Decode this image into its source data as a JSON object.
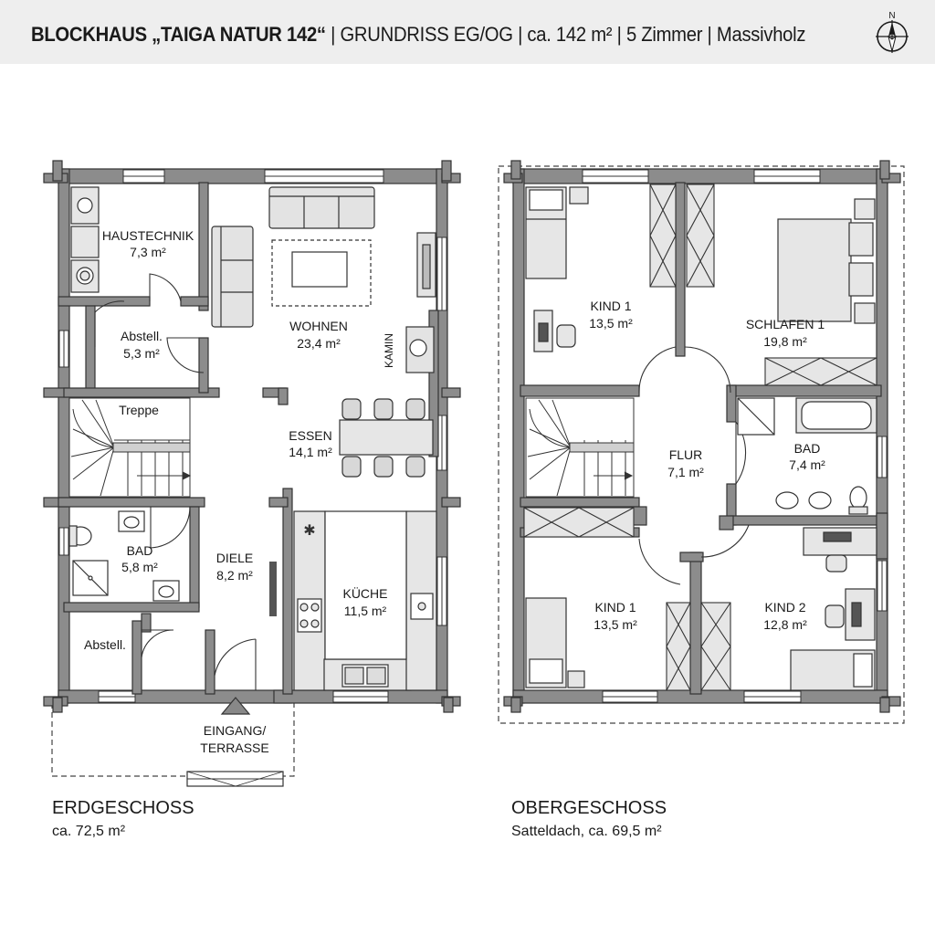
{
  "header": {
    "title_bold": "BLOCKHAUS „TAIGA NATUR 142“",
    "title_rest": " | GRUNDRISS EG/OG | ca. 142 m² | 5 Zimmer | Massivholz",
    "north_label": "N"
  },
  "eg": {
    "name": "ERDGESCHOSS",
    "area": "ca. 72,5 m²",
    "rooms": {
      "haustechnik": {
        "name": "HAUSTECHNIK",
        "area": "7,3 m²"
      },
      "abstell1": {
        "name": "Abstell.",
        "area": "5,3 m²"
      },
      "treppe": {
        "name": "Treppe"
      },
      "wohnen": {
        "name": "WOHNEN",
        "area": "23,4 m²"
      },
      "kamin": {
        "name": "KAMIN"
      },
      "essen": {
        "name": "ESSEN",
        "area": "14,1 m²"
      },
      "bad": {
        "name": "BAD",
        "area": "5,8 m²"
      },
      "diele": {
        "name": "DIELE",
        "area": "8,2 m²"
      },
      "kueche": {
        "name": "KÜCHE",
        "area": "11,5 m²"
      },
      "abstell2": {
        "name": "Abstell."
      },
      "eingang1": "EINGANG/",
      "eingang2": "TERRASSE"
    }
  },
  "og": {
    "name": "OBERGESCHOSS",
    "area": "Satteldach, ca. 69,5 m²",
    "rooms": {
      "kind1a": {
        "name": "KIND 1",
        "area": "13,5 m²"
      },
      "schlafen": {
        "name": "SCHLAFEN 1",
        "area": "19,8 m²"
      },
      "flur": {
        "name": "FLUR",
        "area": "7,1 m²"
      },
      "bad": {
        "name": "BAD",
        "area": "7,4 m²"
      },
      "kind1b": {
        "name": "KIND 1",
        "area": "13,5 m²"
      },
      "kind2": {
        "name": "KIND 2",
        "area": "12,8 m²"
      }
    }
  }
}
